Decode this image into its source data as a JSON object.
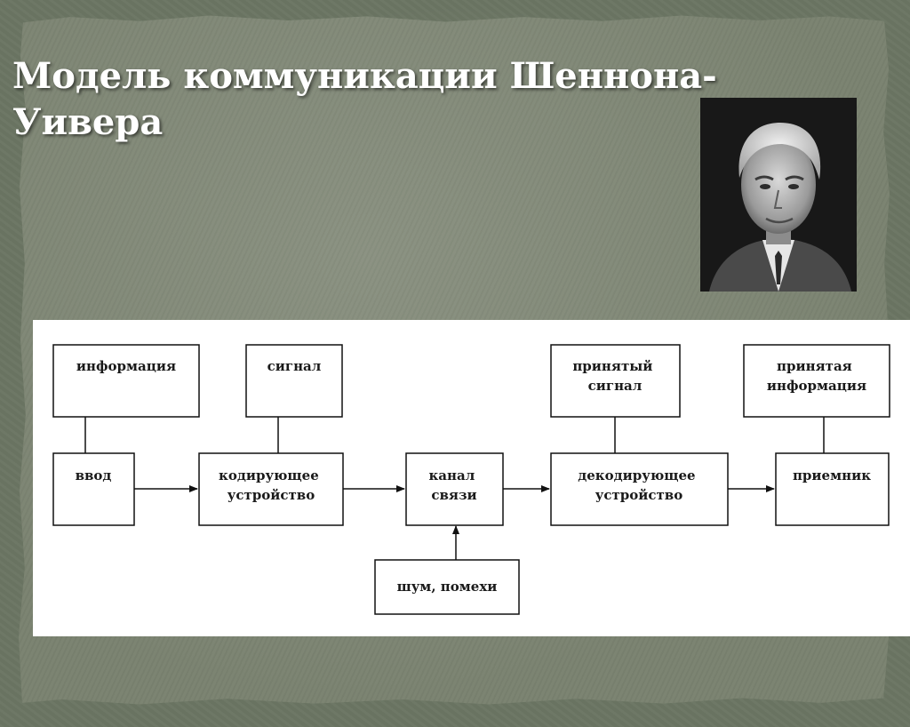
{
  "slide": {
    "title_line1": "Модель коммуникации Шеннона-",
    "title_line2": "Уивера"
  },
  "diagram": {
    "nodes": {
      "information": [
        "информация"
      ],
      "signal": [
        "сигнал"
      ],
      "received_signal": [
        "принятый",
        "сигнал"
      ],
      "received_information": [
        "принятая",
        "информация"
      ],
      "input": [
        "ввод"
      ],
      "encoder": [
        "кодирующее",
        "устройство"
      ],
      "channel": [
        "канал",
        "связи"
      ],
      "decoder": [
        "декодирующее",
        "устройство"
      ],
      "receiver": [
        "приемник"
      ],
      "noise": [
        "шум, помехи"
      ]
    }
  }
}
